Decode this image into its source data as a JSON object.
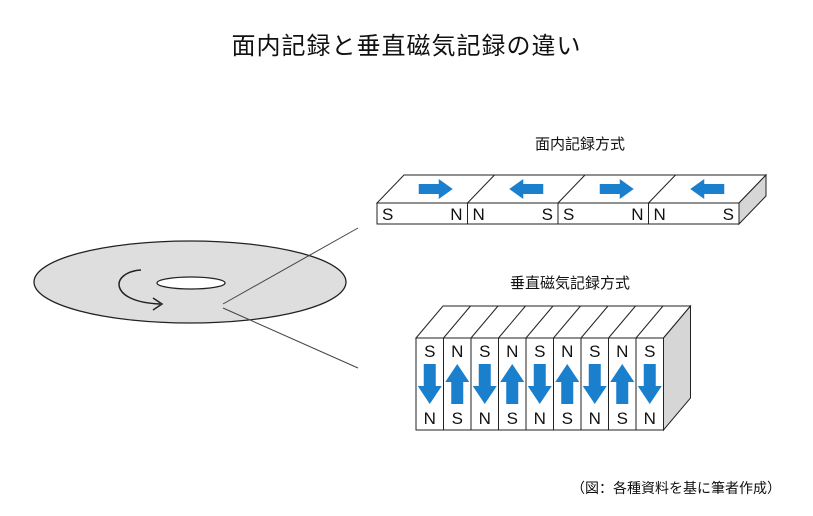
{
  "title": "面内記録と垂直磁気記録の違い",
  "longitudinal": {
    "label": "面内記録方式",
    "cells": [
      {
        "left": "S",
        "right": "N",
        "arrow": "right"
      },
      {
        "left": "N",
        "right": "S",
        "arrow": "left"
      },
      {
        "left": "S",
        "right": "N",
        "arrow": "right"
      },
      {
        "left": "N",
        "right": "S",
        "arrow": "left"
      }
    ]
  },
  "perpendicular": {
    "label": "垂直磁気記録方式",
    "cells": [
      {
        "top": "S",
        "bottom": "N",
        "arrow": "down"
      },
      {
        "top": "N",
        "bottom": "S",
        "arrow": "up"
      },
      {
        "top": "S",
        "bottom": "N",
        "arrow": "down"
      },
      {
        "top": "N",
        "bottom": "S",
        "arrow": "up"
      },
      {
        "top": "S",
        "bottom": "N",
        "arrow": "down"
      },
      {
        "top": "N",
        "bottom": "S",
        "arrow": "up"
      },
      {
        "top": "S",
        "bottom": "N",
        "arrow": "down"
      },
      {
        "top": "N",
        "bottom": "S",
        "arrow": "up"
      },
      {
        "top": "S",
        "bottom": "N",
        "arrow": "down"
      }
    ]
  },
  "disk": {
    "label": "disk-with-rotation-arrow"
  },
  "caption": "（図：各種資料を基に筆者作成）",
  "colors": {
    "arrow": "#1a7fcc",
    "disk": "#dedede",
    "side": "#d6d6d6",
    "stroke": "#222222"
  }
}
